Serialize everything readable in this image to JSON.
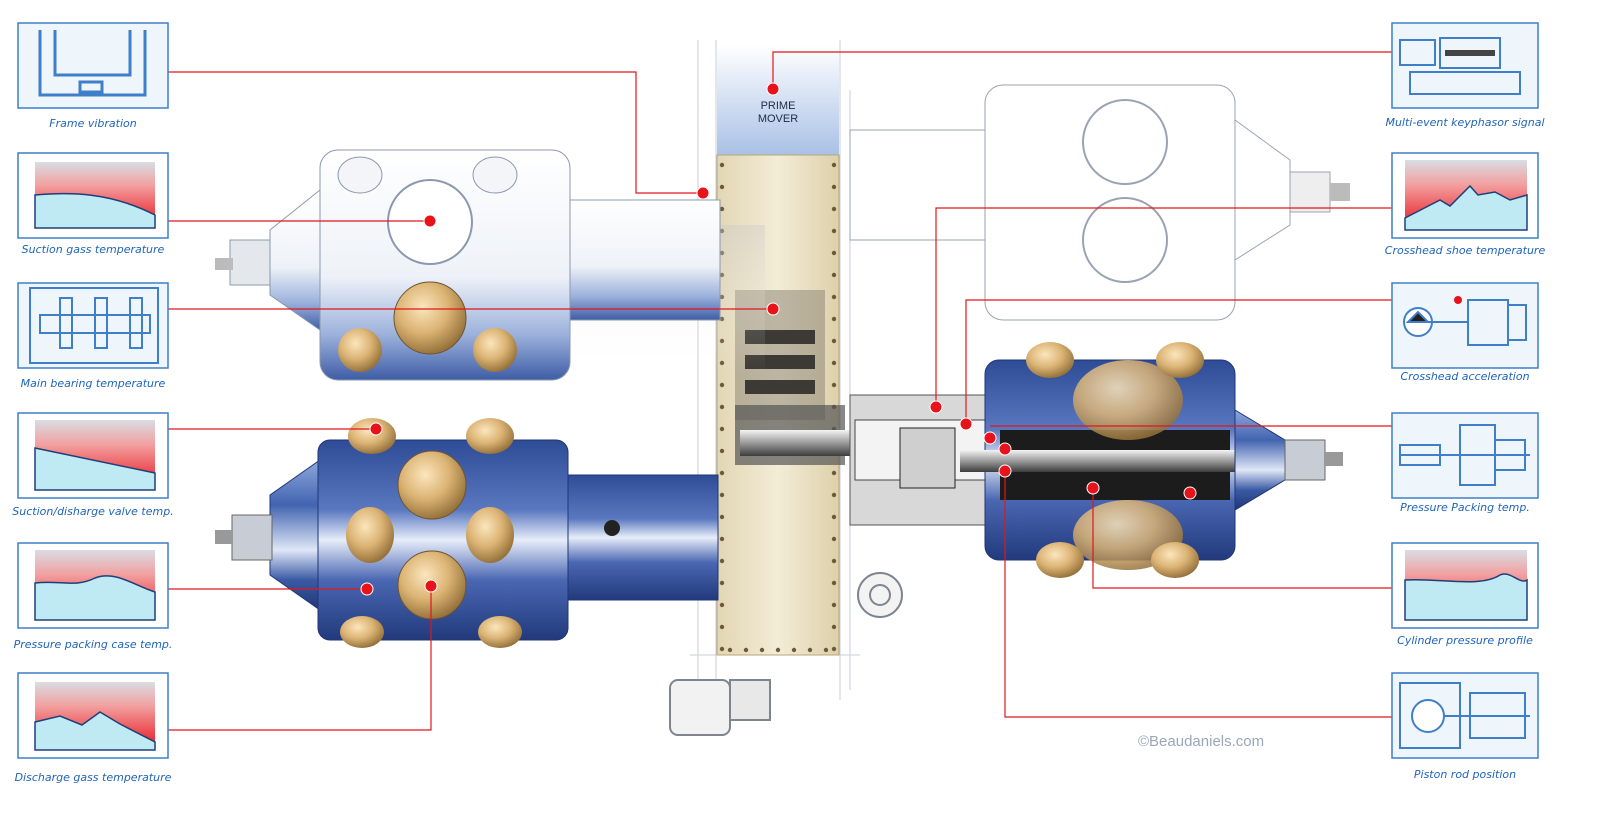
{
  "diagram": {
    "prime_mover_label_line1": "PRIME",
    "prime_mover_label_line2": "MOVER",
    "credit": "©Beaudaniels.com"
  },
  "panels_left": [
    {
      "label": "Frame vibration",
      "icon": "frame-icon"
    },
    {
      "label": "Suction gass temperature",
      "icon": "trend-chart-icon"
    },
    {
      "label": "Main bearing temperature",
      "icon": "crankshaft-icon"
    },
    {
      "label": "Suction/disharge valve temp.",
      "icon": "trend-chart-icon"
    },
    {
      "label": "Pressure packing case temp.",
      "icon": "trend-chart-icon"
    },
    {
      "label": "Discharge gass temperature",
      "icon": "trend-chart-icon"
    }
  ],
  "panels_right": [
    {
      "label": "Multi-event keyphasor signal",
      "icon": "keyphasor-icon"
    },
    {
      "label": "Crosshead shoe temperature",
      "icon": "trend-chart-icon"
    },
    {
      "label": "Crosshead acceleration",
      "icon": "crosshead-icon"
    },
    {
      "label": "Pressure Packing temp.",
      "icon": "packing-icon"
    },
    {
      "label": "Cylinder pressure profile",
      "icon": "trend-chart-icon"
    },
    {
      "label": "Piston rod position",
      "icon": "piston-rod-icon"
    }
  ],
  "colors": {
    "leader_line": "#e2161b",
    "sensor_dot": "#e8121b",
    "label_text": "#1f64b8",
    "panel_border": "#3f7fc9",
    "chart_fill": "#bfeaf3",
    "chart_red": "#e8121b",
    "cylinder_blue": "#3c5ea6",
    "valve_bronze": "#d1a868",
    "frame_tan": "#e9dfc2"
  }
}
